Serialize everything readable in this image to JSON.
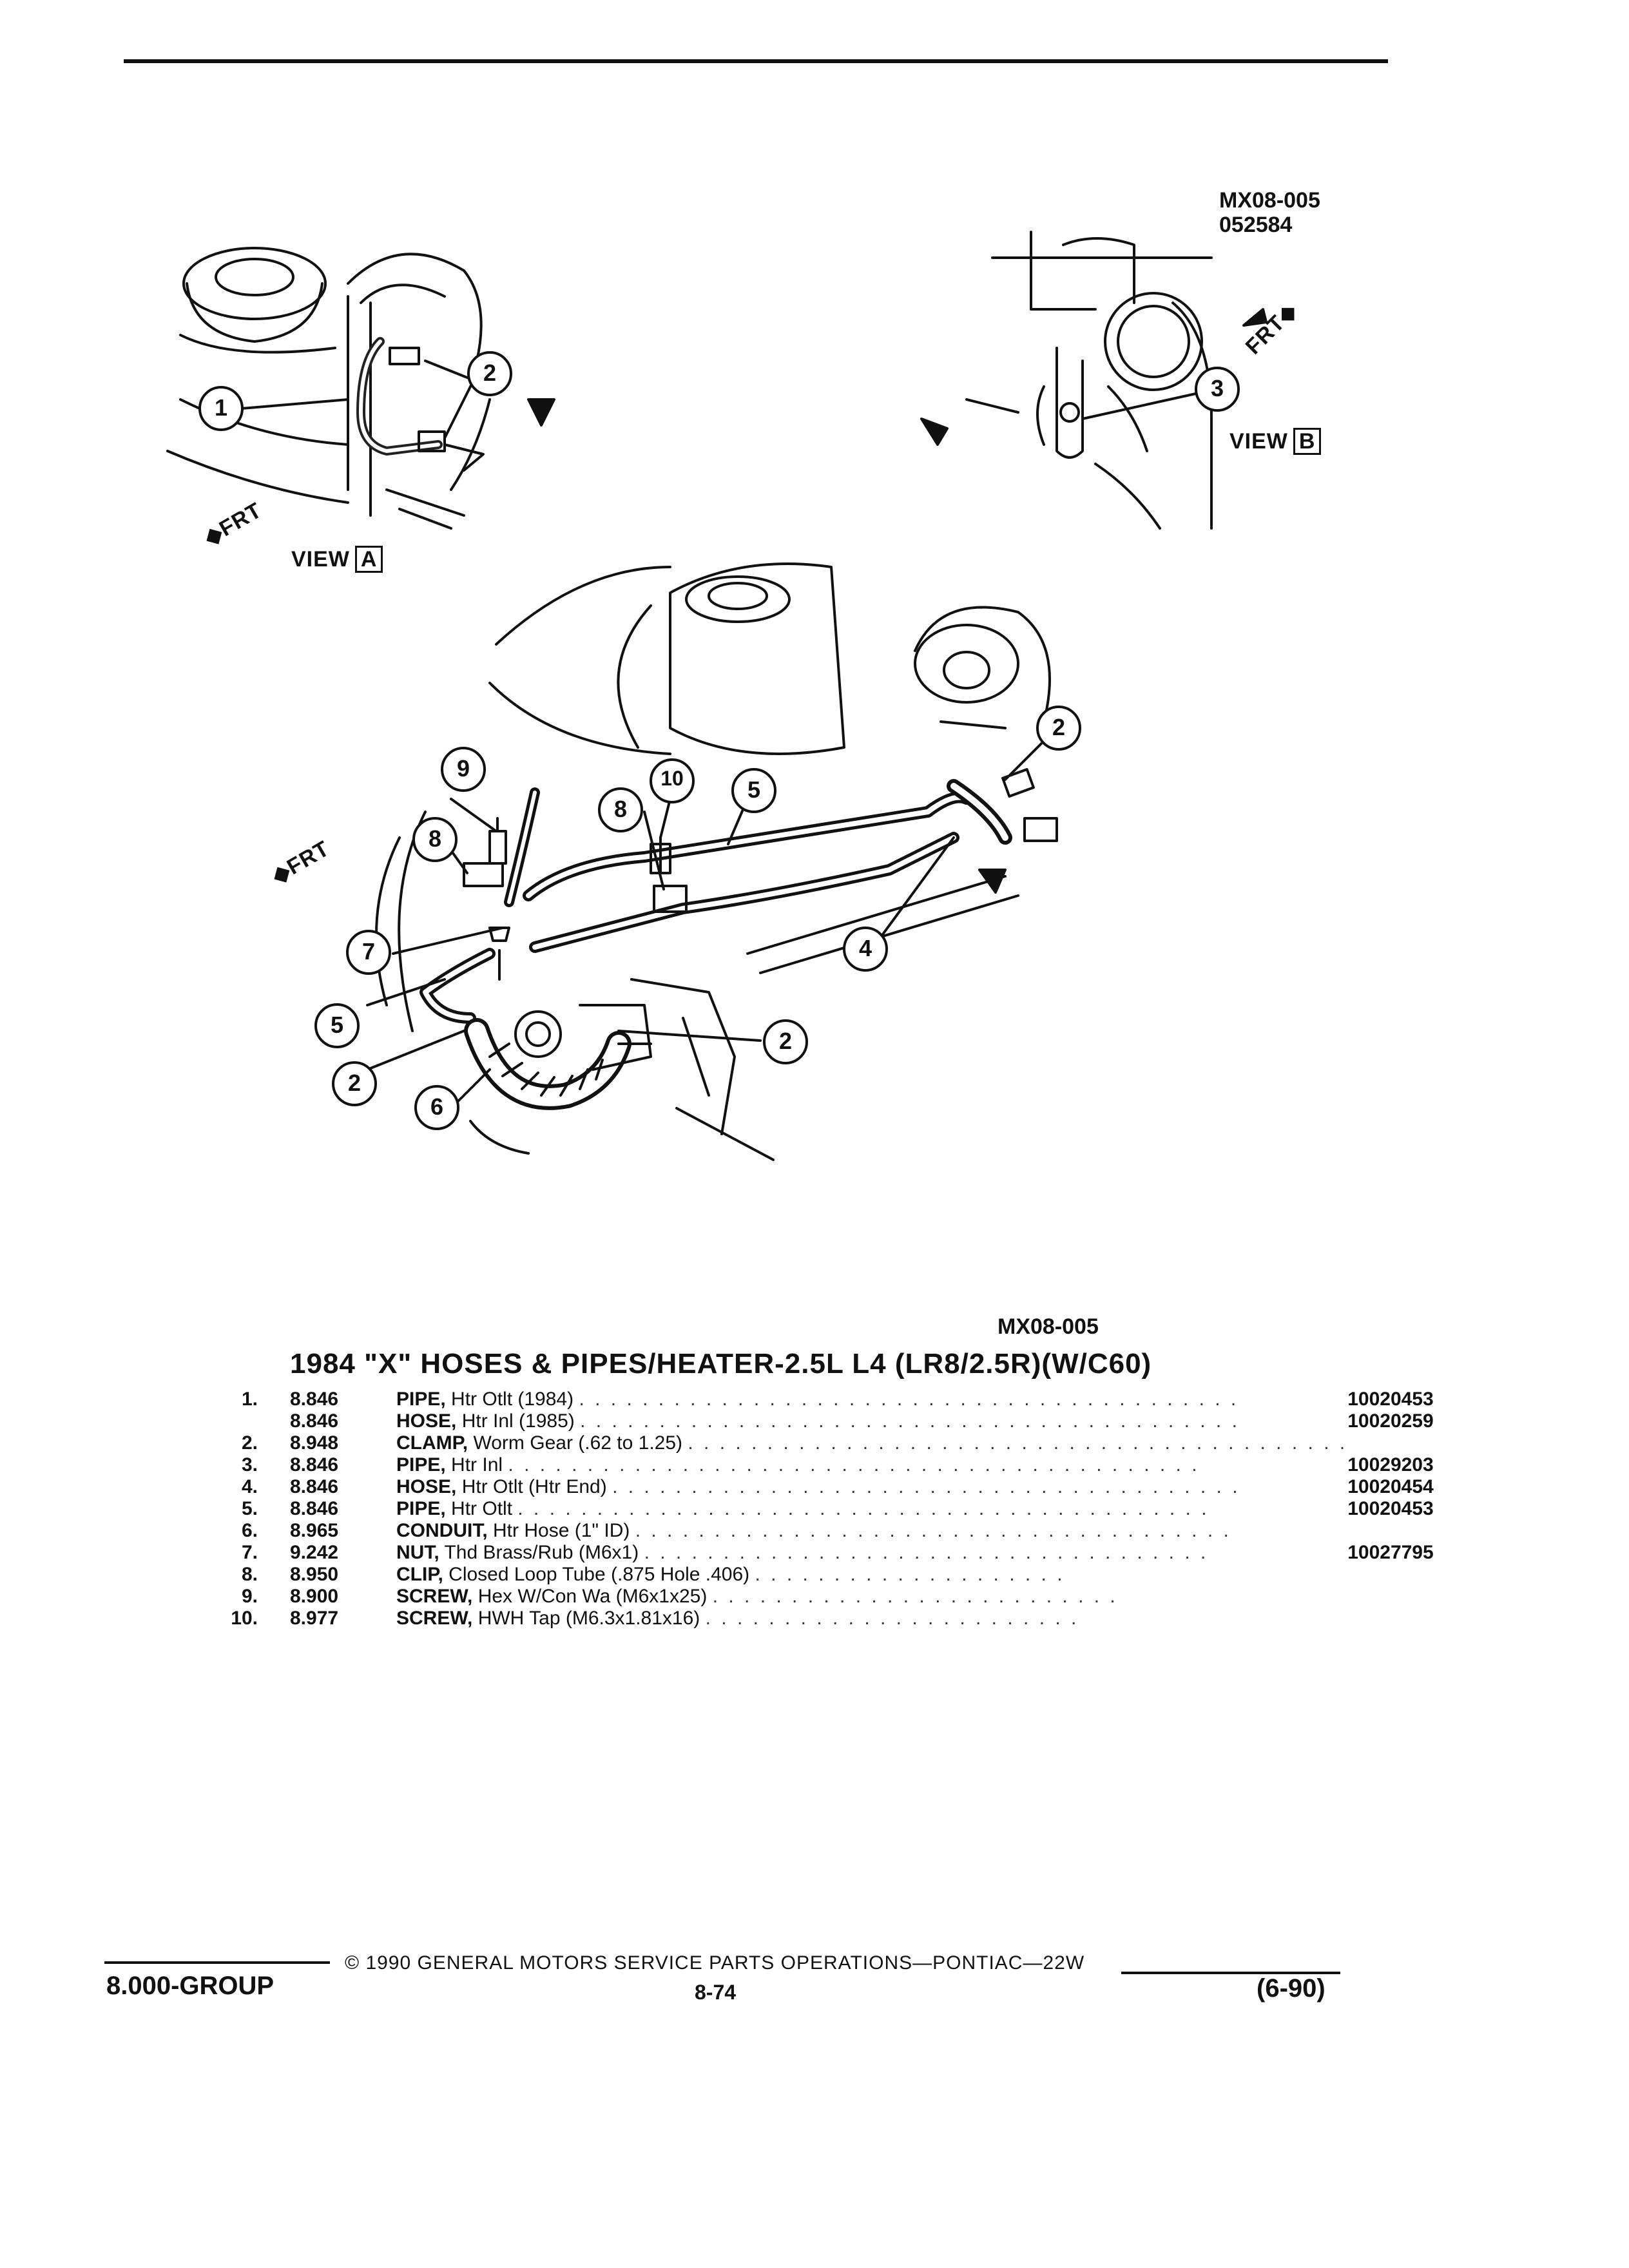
{
  "illustration": {
    "ref_code": "MX08-005",
    "ref_date": "052584",
    "view_a_label": "VIEW",
    "view_a_letter": "A",
    "view_b_label": "VIEW",
    "view_b_letter": "B",
    "frt_label": "FRT",
    "callouts": [
      "1",
      "2",
      "3",
      "4",
      "5",
      "6",
      "7",
      "8",
      "9",
      "10"
    ]
  },
  "parts_ref": "MX08-005",
  "parts_title": "1984 \"X\" HOSES & PIPES/HEATER-2.5L L4 (LR8/2.5R)(W/C60)",
  "parts": [
    {
      "item": "1.",
      "group": "8.846",
      "name": "PIPE,",
      "desc": "Htr Otlt (1984)",
      "part_no": "10020453"
    },
    {
      "item": "",
      "group": "8.846",
      "name": "HOSE,",
      "desc": "Htr Inl (1985)",
      "part_no": "10020259"
    },
    {
      "item": "2.",
      "group": "8.948",
      "name": "CLAMP,",
      "desc": "Worm Gear (.62 to 1.25)",
      "part_no": ""
    },
    {
      "item": "3.",
      "group": "8.846",
      "name": "PIPE,",
      "desc": "Htr Inl",
      "part_no": "10029203"
    },
    {
      "item": "4.",
      "group": "8.846",
      "name": "HOSE,",
      "desc": "Htr Otlt (Htr End)",
      "part_no": "10020454"
    },
    {
      "item": "5.",
      "group": "8.846",
      "name": "PIPE,",
      "desc": "Htr Otlt",
      "part_no": "10020453"
    },
    {
      "item": "6.",
      "group": "8.965",
      "name": "CONDUIT,",
      "desc": "Htr Hose (1\" ID)",
      "part_no": ""
    },
    {
      "item": "7.",
      "group": "9.242",
      "name": "NUT,",
      "desc": "Thd Brass/Rub (M6x1)",
      "part_no": "10027795"
    },
    {
      "item": "8.",
      "group": "8.950",
      "name": "CLIP,",
      "desc": "Closed Loop Tube (.875 Hole .406)",
      "part_no": ""
    },
    {
      "item": "9.",
      "group": "8.900",
      "name": "SCREW,",
      "desc": "Hex W/Con Wa (M6x1x25)",
      "part_no": ""
    },
    {
      "item": "10.",
      "group": "8.977",
      "name": "SCREW,",
      "desc": "HWH Tap (M6.3x1.81x16)",
      "part_no": ""
    }
  ],
  "footer": {
    "copyright": "© 1990 GENERAL MOTORS SERVICE PARTS OPERATIONS—PONTIAC—22W",
    "group": "8.000-GROUP",
    "page": "8-74",
    "date": "(6-90)"
  }
}
